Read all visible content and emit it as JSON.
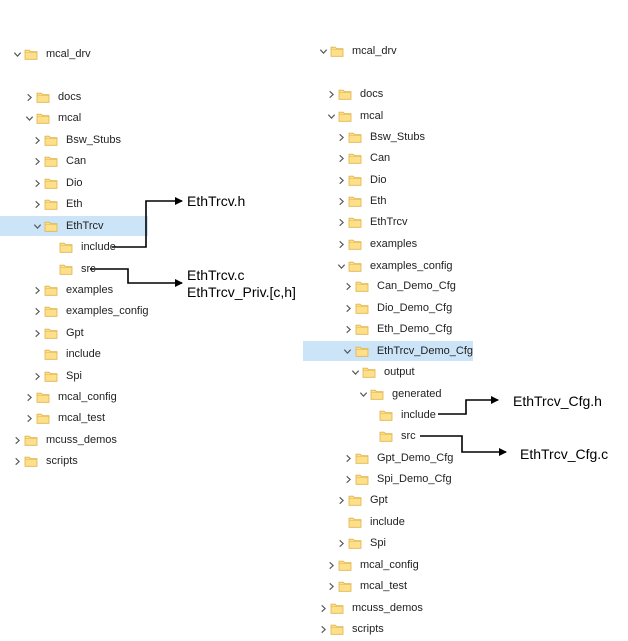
{
  "left_tree": [
    {
      "label": "mcal_drv",
      "depth": 0,
      "chevron": "expanded"
    },
    {
      "label": "docs",
      "depth": 1,
      "chevron": "collapsed"
    },
    {
      "label": "mcal",
      "depth": 1,
      "chevron": "expanded"
    },
    {
      "label": "Bsw_Stubs",
      "depth": 2,
      "chevron": "collapsed"
    },
    {
      "label": "Can",
      "depth": 2,
      "chevron": "collapsed"
    },
    {
      "label": "Dio",
      "depth": 2,
      "chevron": "collapsed"
    },
    {
      "label": "Eth",
      "depth": 2,
      "chevron": "collapsed"
    },
    {
      "label": "EthTrcv",
      "depth": 2,
      "chevron": "expanded",
      "selected": true
    },
    {
      "label": "include",
      "depth": 3,
      "chevron": "none"
    },
    {
      "label": "src",
      "depth": 3,
      "chevron": "none"
    },
    {
      "label": "examples",
      "depth": 2,
      "chevron": "collapsed"
    },
    {
      "label": "examples_config",
      "depth": 2,
      "chevron": "collapsed"
    },
    {
      "label": "Gpt",
      "depth": 2,
      "chevron": "collapsed"
    },
    {
      "label": "include",
      "depth": 2,
      "chevron": "none"
    },
    {
      "label": "Spi",
      "depth": 2,
      "chevron": "collapsed"
    },
    {
      "label": "mcal_config",
      "depth": 1,
      "chevron": "collapsed"
    },
    {
      "label": "mcal_test",
      "depth": 1,
      "chevron": "collapsed"
    },
    {
      "label": "mcuss_demos",
      "depth": 0,
      "chevron": "collapsed"
    },
    {
      "label": "scripts",
      "depth": 0,
      "chevron": "collapsed"
    }
  ],
  "right_tree": [
    {
      "label": "mcal_drv",
      "depth": 0,
      "chevron": "expanded"
    },
    {
      "label": "docs",
      "depth": 1,
      "chevron": "collapsed"
    },
    {
      "label": "mcal",
      "depth": 1,
      "chevron": "expanded"
    },
    {
      "label": "Bsw_Stubs",
      "depth": 2,
      "chevron": "collapsed"
    },
    {
      "label": "Can",
      "depth": 2,
      "chevron": "collapsed"
    },
    {
      "label": "Dio",
      "depth": 2,
      "chevron": "collapsed"
    },
    {
      "label": "Eth",
      "depth": 2,
      "chevron": "collapsed"
    },
    {
      "label": "EthTrcv",
      "depth": 2,
      "chevron": "collapsed"
    },
    {
      "label": "examples",
      "depth": 2,
      "chevron": "collapsed"
    },
    {
      "label": "examples_config",
      "depth": 2,
      "chevron": "expanded"
    },
    {
      "label": "Can_Demo_Cfg",
      "depth": 3,
      "chevron": "collapsed"
    },
    {
      "label": "Dio_Demo_Cfg",
      "depth": 3,
      "chevron": "collapsed"
    },
    {
      "label": "Eth_Demo_Cfg",
      "depth": 3,
      "chevron": "collapsed"
    },
    {
      "label": "EthTrcv_Demo_Cfg",
      "depth": 3,
      "chevron": "expanded",
      "selected": true
    },
    {
      "label": "output",
      "depth": 4,
      "chevron": "expanded"
    },
    {
      "label": "generated",
      "depth": 5,
      "chevron": "expanded"
    },
    {
      "label": "include",
      "depth": 6,
      "chevron": "none"
    },
    {
      "label": "src",
      "depth": 6,
      "chevron": "none"
    },
    {
      "label": "Gpt_Demo_Cfg",
      "depth": 3,
      "chevron": "collapsed"
    },
    {
      "label": "Spi_Demo_Cfg",
      "depth": 3,
      "chevron": "collapsed"
    },
    {
      "label": "Gpt",
      "depth": 2,
      "chevron": "collapsed"
    },
    {
      "label": "include",
      "depth": 2,
      "chevron": "none"
    },
    {
      "label": "Spi",
      "depth": 2,
      "chevron": "collapsed"
    },
    {
      "label": "mcal_config",
      "depth": 1,
      "chevron": "collapsed"
    },
    {
      "label": "mcal_test",
      "depth": 1,
      "chevron": "collapsed"
    },
    {
      "label": "mcuss_demos",
      "depth": 0,
      "chevron": "collapsed"
    },
    {
      "label": "scripts",
      "depth": 0,
      "chevron": "collapsed"
    }
  ],
  "callouts": {
    "left_include": "EthTrcv.h",
    "left_src_line1": "EthTrcv.c",
    "left_src_line2": "EthTrcv_Priv.[c,h]",
    "right_include": "EthTrcv_Cfg.h",
    "right_src": "EthTrcv_Cfg.c"
  },
  "colors": {
    "selection": "#cce4f7",
    "folder_fill": "#ffe08a",
    "folder_edge": "#e0b34a"
  },
  "icons": {
    "folder": "folder-icon",
    "expanded": "chevron-down-icon",
    "collapsed": "chevron-right-icon"
  }
}
